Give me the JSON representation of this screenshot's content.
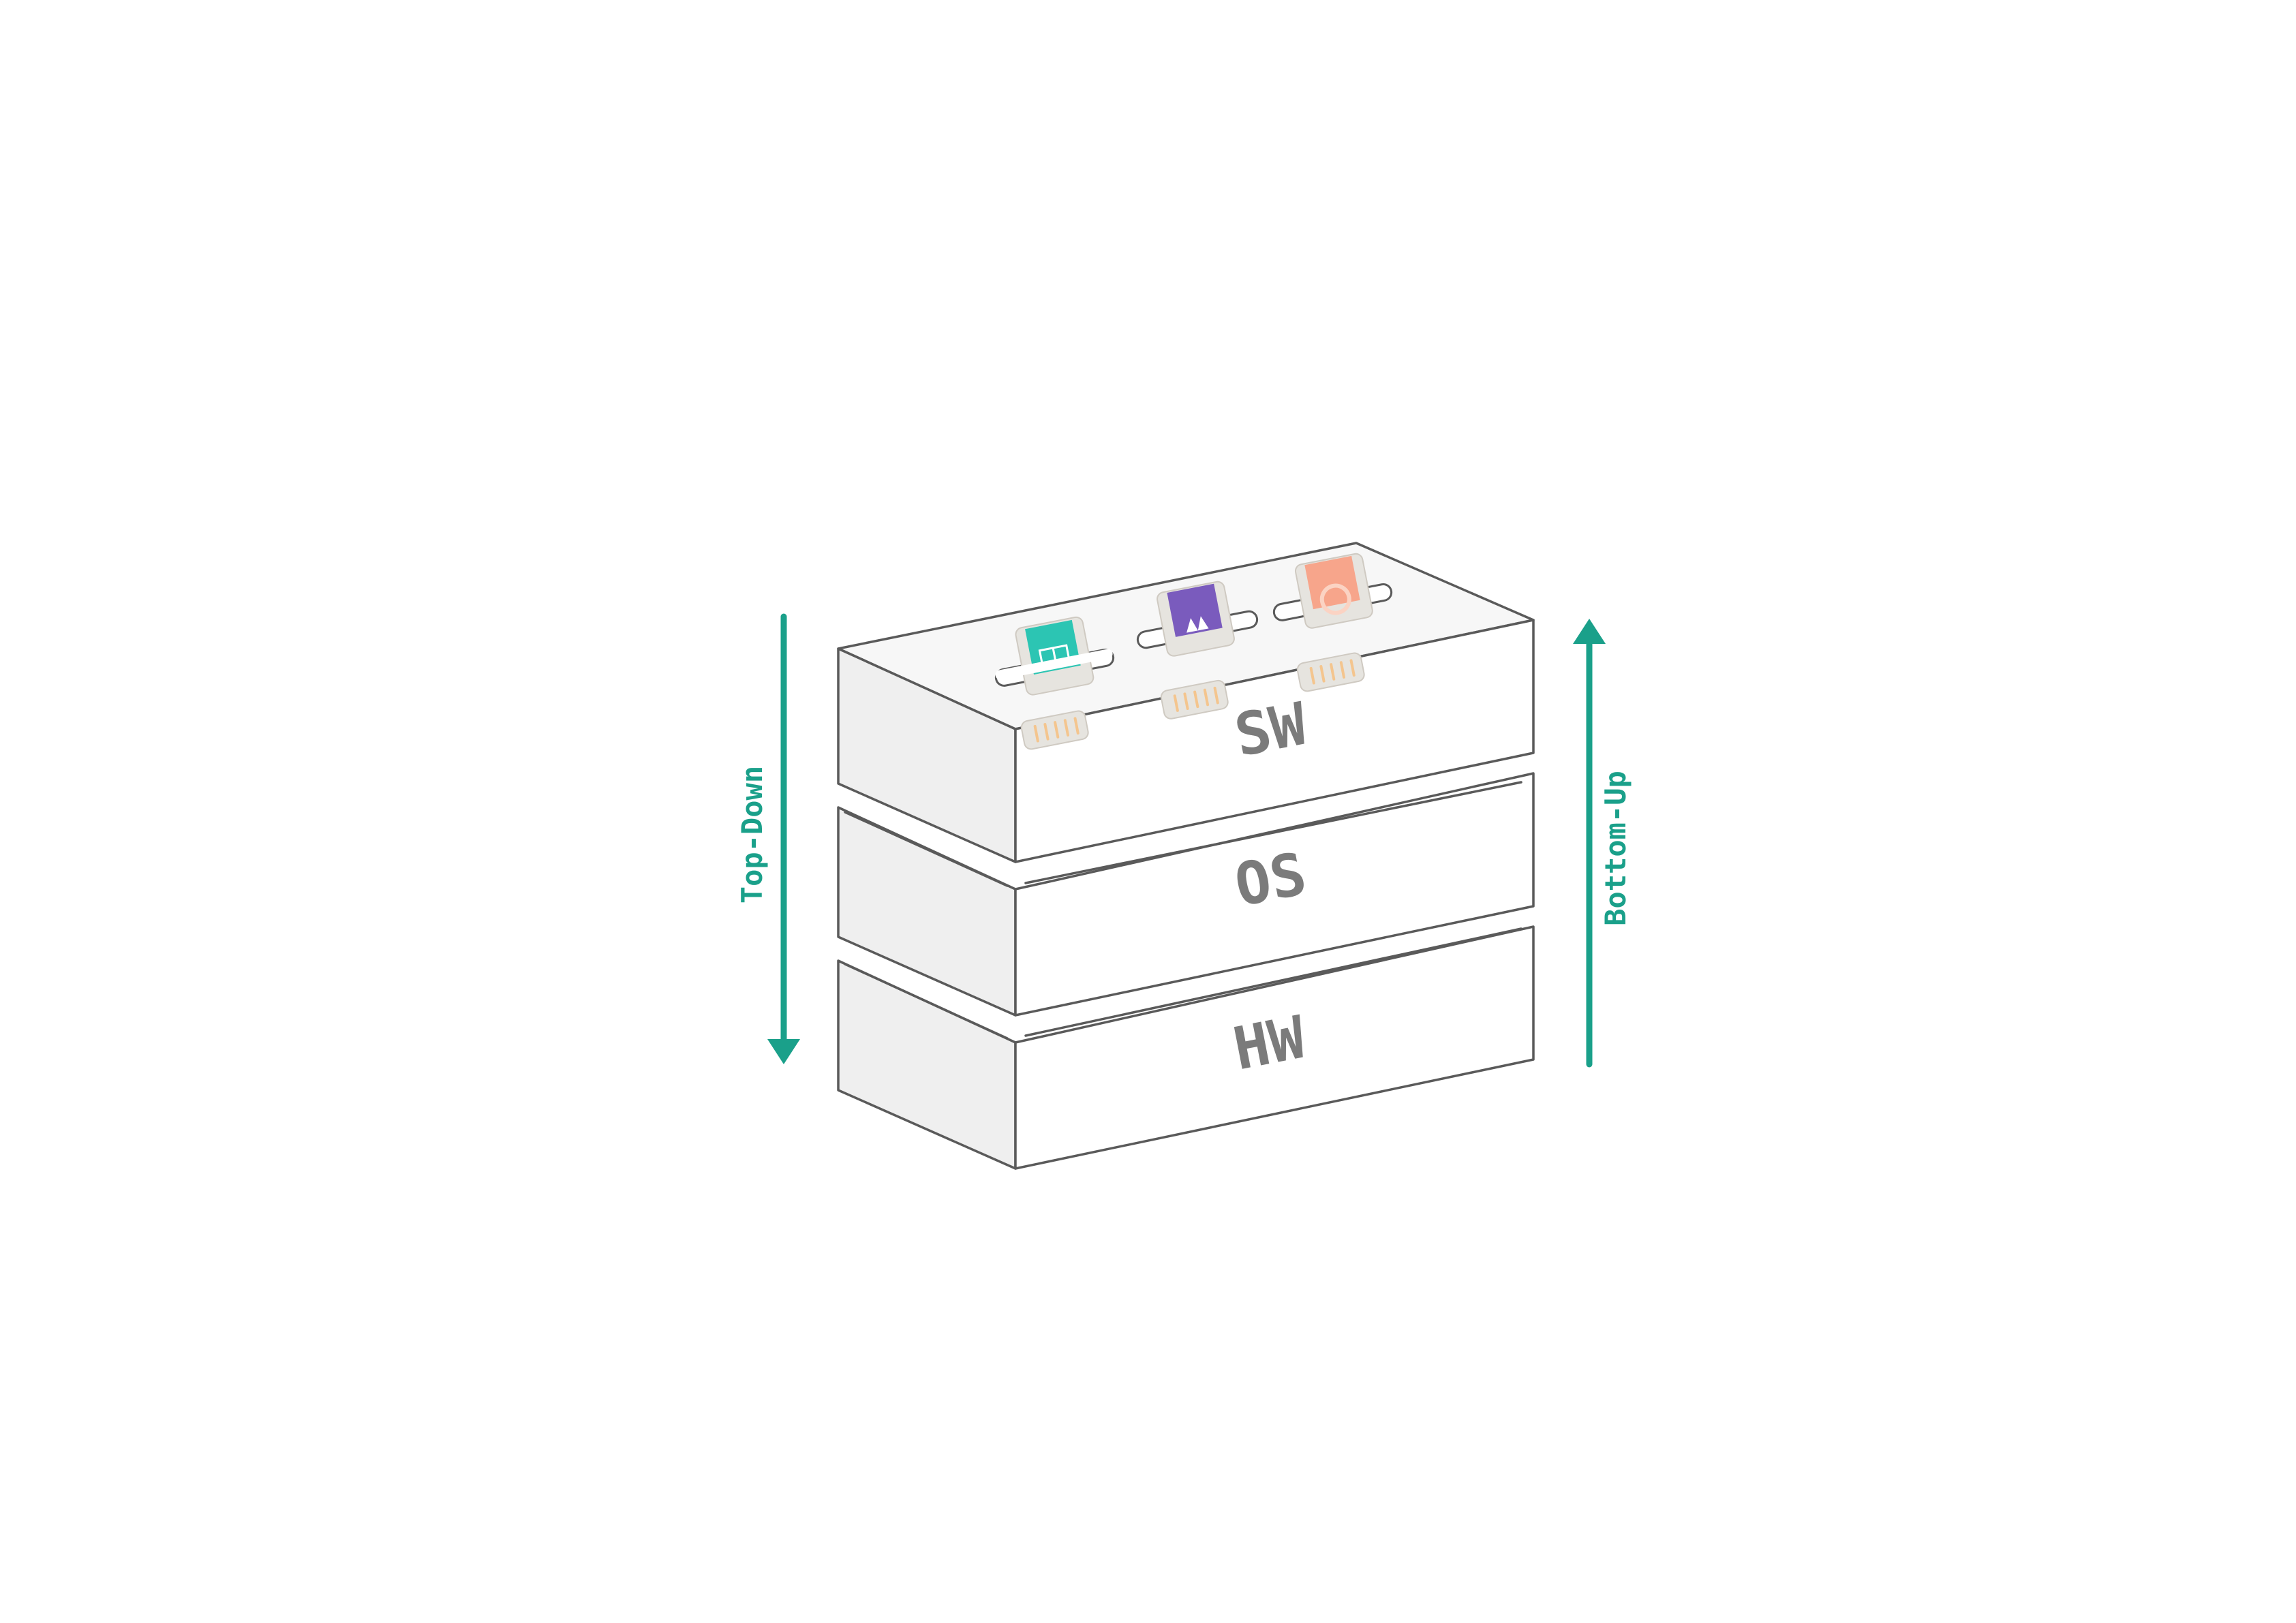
{
  "layers": {
    "sw": "SW",
    "os": "OS",
    "hw": "HW"
  },
  "arrows": {
    "left_label": "Top-Down",
    "right_label": "Bottom-Up"
  },
  "colors": {
    "arrow": "#1aa08a",
    "layer_text": "#7b7b7b",
    "card_teal": "#2cc5b3",
    "card_purple": "#7a5bbd",
    "card_salmon": "#f7a58b",
    "outline": "#5a5a5a"
  },
  "icons": [
    "app-card-teal-icon",
    "app-card-purple-icon",
    "app-card-salmon-icon",
    "arrow-down-icon",
    "arrow-up-icon"
  ]
}
